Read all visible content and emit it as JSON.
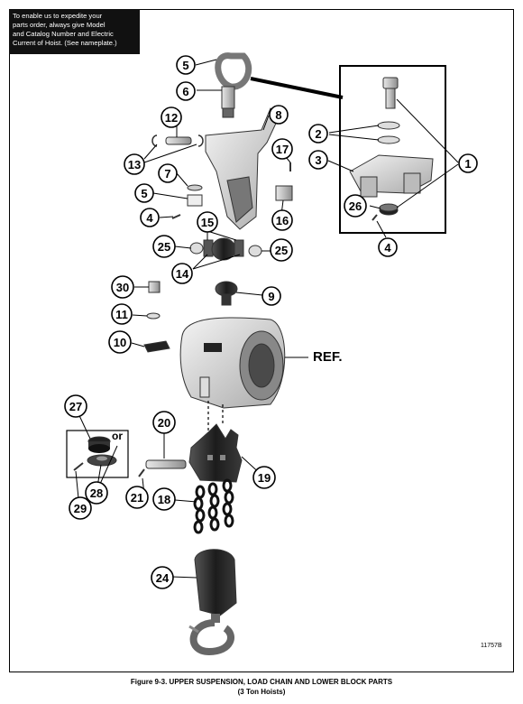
{
  "note": {
    "lines": [
      "To enable us to expedite your",
      "parts order, always give Model",
      "and Catalog Number and Electric",
      "Current of Hoist. (See nameplate.)"
    ]
  },
  "callouts": {
    "c1": "1",
    "c2": "2",
    "c3": "3",
    "c4a": "4",
    "c4b": "4",
    "c5a": "5",
    "c5b": "5",
    "c6": "6",
    "c7": "7",
    "c8": "8",
    "c9": "9",
    "c10": "10",
    "c11": "11",
    "c12": "12",
    "c13": "13",
    "c14": "14",
    "c15": "15",
    "c16": "16",
    "c17": "17",
    "c18": "18",
    "c19": "19",
    "c20": "20",
    "c21": "21",
    "c24": "24",
    "c25a": "25",
    "c25b": "25",
    "c26": "26",
    "c27": "27",
    "c28": "28",
    "c29": "29",
    "c30": "30"
  },
  "ref_label": "REF.",
  "or_label": "or",
  "drawing_number": "11757B",
  "caption": {
    "line1": "Figure 9-3. UPPER SUSPENSION, LOAD CHAIN AND LOWER BLOCK PARTS",
    "line2": "(3 Ton Hoists)"
  }
}
